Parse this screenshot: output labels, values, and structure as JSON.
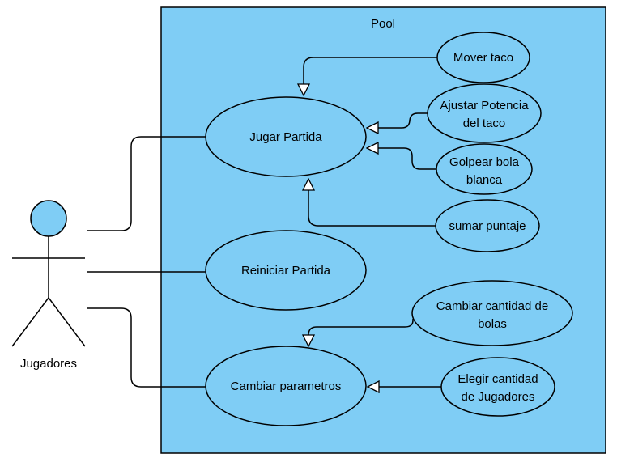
{
  "system": {
    "title": "Pool",
    "fill": "#7fcdf5"
  },
  "actor": {
    "name": "Jugadores",
    "head_fill": "#7fcdf5"
  },
  "use_cases": {
    "jugar": {
      "lines": [
        "Jugar Partida"
      ]
    },
    "reiniciar": {
      "lines": [
        "Reiniciar Partida"
      ]
    },
    "cambiar_param": {
      "lines": [
        "Cambiar parametros"
      ]
    },
    "mover": {
      "lines": [
        "Mover taco"
      ]
    },
    "ajustar": {
      "lines": [
        "Ajustar Potencia",
        "del taco"
      ]
    },
    "golpear": {
      "lines": [
        "Golpear bola",
        "blanca"
      ]
    },
    "sumar": {
      "lines": [
        "sumar puntaje"
      ]
    },
    "cambiar_bolas": {
      "lines": [
        "Cambiar cantidad de",
        "bolas"
      ]
    },
    "elegir": {
      "lines": [
        "Elegir cantidad",
        "de Jugadores"
      ]
    }
  },
  "colors": {
    "usecase_fill": "#7fcdf5",
    "stroke": "#000000"
  }
}
